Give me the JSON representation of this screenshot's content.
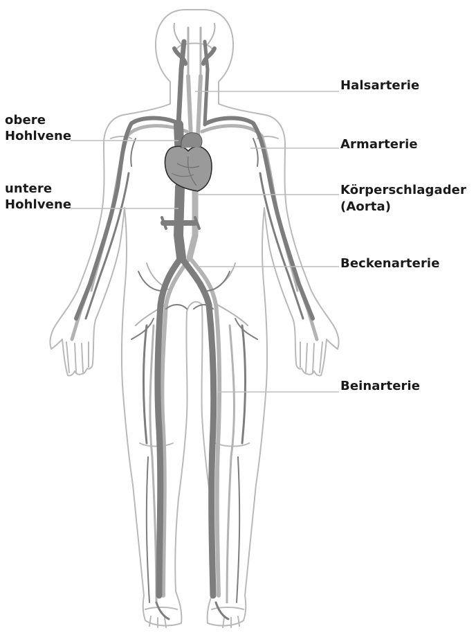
{
  "colors": {
    "outline": "#b9b9b9",
    "vein_dark": "#7d7d7d",
    "artery_light": "#b3b3b3",
    "heart_fill": "#9a9a9a",
    "heart_stroke": "#2b2b2b",
    "leader": "#bdbdbd",
    "label_text": "#1a1a1a"
  },
  "labels": {
    "halsarterie": "Halsarterie",
    "obere_hohlvene_1": "obere",
    "obere_hohlvene_2": "Hohlvene",
    "armarterie": "Armarterie",
    "untere_hohlvene_1": "untere",
    "untere_hohlvene_2": "Hohlvene",
    "aorta_1": "Körperschlagader",
    "aorta_2": "(Aorta)",
    "beckenarterie": "Beckenarterie",
    "beinarterie": "Beinarterie"
  }
}
